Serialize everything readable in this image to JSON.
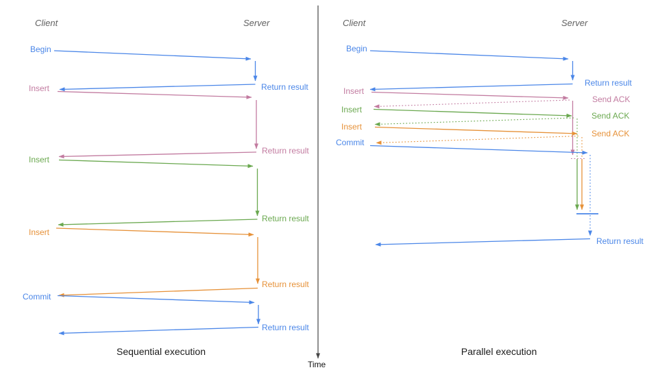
{
  "colors": {
    "blue": "#4a86e8",
    "pink": "#c27ba0",
    "green": "#6aa84f",
    "orange": "#e69138",
    "axis": "#454545",
    "header": "#616161",
    "caption": "#1a1a1a"
  },
  "time_axis": {
    "label": "Time"
  },
  "sequential": {
    "caption": "Sequential execution",
    "client_header": "Client",
    "server_header": "Server",
    "rows": [
      {
        "label": "Begin",
        "color": "blue",
        "return_label": "Return result"
      },
      {
        "label": "Insert",
        "color": "pink",
        "return_label": "Return result"
      },
      {
        "label": "Insert",
        "color": "green",
        "return_label": "Return result"
      },
      {
        "label": "Insert",
        "color": "orange",
        "return_label": "Return result"
      },
      {
        "label": "Commit",
        "color": "blue",
        "return_label": "Return result"
      }
    ]
  },
  "parallel": {
    "caption": "Parallel execution",
    "client_header": "Client",
    "server_header": "Server",
    "rows": [
      {
        "label": "Begin",
        "color": "blue",
        "response_label": "Return result"
      },
      {
        "label": "Insert",
        "color": "pink",
        "response_label": "Send ACK"
      },
      {
        "label": "Insert",
        "color": "green",
        "response_label": "Send ACK"
      },
      {
        "label": "Insert",
        "color": "orange",
        "response_label": "Send ACK"
      },
      {
        "label": "Commit",
        "color": "blue",
        "response_label": "Return result"
      }
    ]
  }
}
